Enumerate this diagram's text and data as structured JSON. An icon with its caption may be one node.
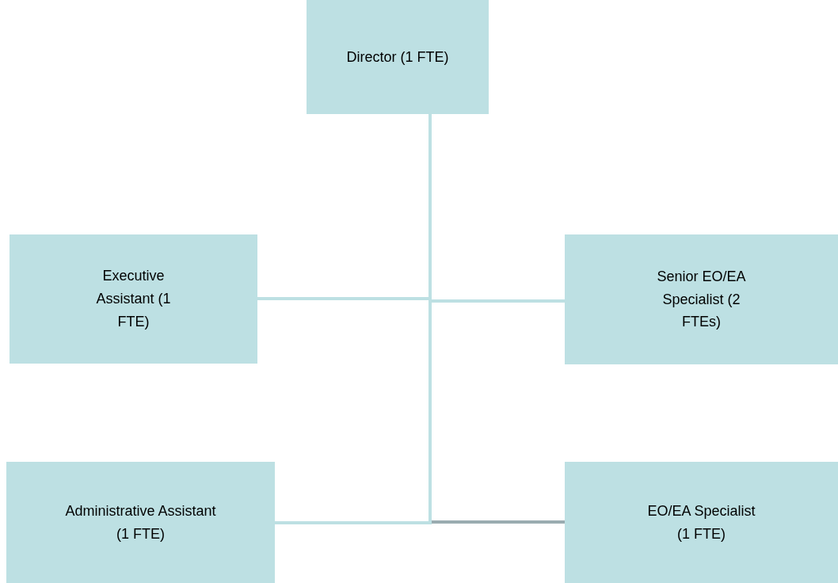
{
  "diagram": {
    "nodes": [
      {
        "text": [
          "Director (1 FTE)"
        ]
      },
      {
        "text": [
          "Executive Assistant (1 FTE)"
        ]
      },
      {
        "text": [
          "Senior EO/EA Specialist (2 FTEs)"
        ]
      },
      {
        "text": [
          "Administrative Assistant (1 FTE)"
        ]
      },
      {
        "text": [
          "EO/EA Specialist (1 FTE)"
        ]
      }
    ],
    "edges": [
      {
        "from": 0,
        "to": 1,
        "arrow": "none"
      },
      {
        "from": 0,
        "to": 2,
        "arrow": "none"
      },
      {
        "from": 0,
        "to": 3,
        "arrow": "none"
      },
      {
        "from": 0,
        "to": 4,
        "arrow": "none",
        "color": "#9aacb0"
      }
    ]
  }
}
